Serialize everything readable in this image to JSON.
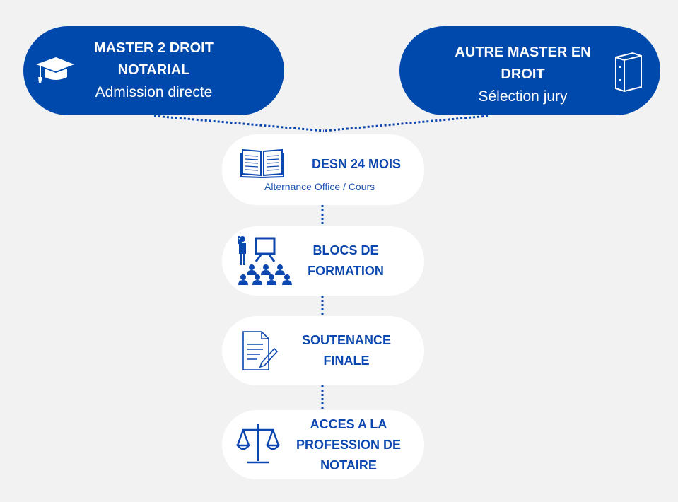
{
  "entries": [
    {
      "title_line1": "MASTER 2 DROIT",
      "title_line2": "NOTARIAL",
      "subtitle": "Admission directe",
      "icon": "graduation-cap-icon"
    },
    {
      "title_line1": "AUTRE MASTER EN",
      "title_line2": "DROIT",
      "subtitle": "Sélection jury",
      "icon": "book-icon"
    }
  ],
  "steps": [
    {
      "title": "DESN 24 MOIS",
      "subtitle": "Alternance Office / Cours",
      "icon": "open-book-icon"
    },
    {
      "title_line1": "BLOCS DE",
      "title_line2": "FORMATION",
      "icon": "presentation-class-icon"
    },
    {
      "title_line1": "SOUTENANCE",
      "title_line2": "FINALE",
      "icon": "document-sign-icon"
    },
    {
      "title_line1": "ACCES A LA",
      "title_line2": "PROFESSION DE",
      "title_line3": "NOTAIRE",
      "icon": "scales-icon"
    }
  ],
  "colors": {
    "primary": "#0049ac",
    "background": "#f2f2f2"
  }
}
